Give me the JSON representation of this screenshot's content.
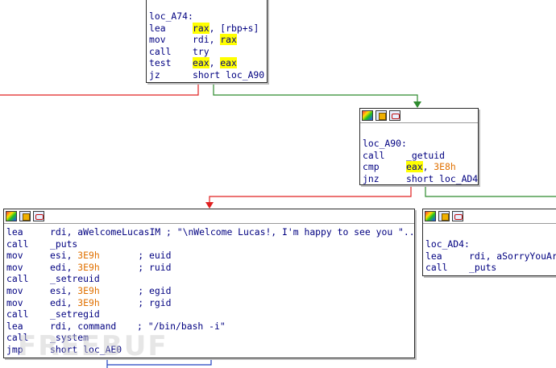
{
  "block_a74": {
    "label": "loc_A74:",
    "lines": [
      {
        "mn": "lea",
        "a": "rax",
        "b": ", [rbp+s]"
      },
      {
        "mn": "mov",
        "a": "rdi, ",
        "b": "rax"
      },
      {
        "mn": "call",
        "a": "try"
      },
      {
        "mn": "test",
        "a": "eax",
        "b": ", ",
        "c": "eax"
      },
      {
        "mn": "jz",
        "a": "short loc_A90"
      }
    ]
  },
  "block_a90": {
    "label": "loc_A90:",
    "lines": [
      {
        "mn": "call",
        "a": "_getuid"
      },
      {
        "mn": "cmp",
        "a": "eax",
        "b": ", ",
        "c": "3E8h"
      },
      {
        "mn": "jnz",
        "a": "short loc_AD4"
      }
    ]
  },
  "block_main": {
    "lines": [
      {
        "mn": "lea",
        "a": "rdi, aWelcomeLucasIM ; \"\\nWelcome Lucas!, I'm happy to see you \"..."
      },
      {
        "mn": "call",
        "a": "_puts"
      },
      {
        "mn": "mov",
        "a": "esi, ",
        "num": "3E9h",
        "cm": "; euid"
      },
      {
        "mn": "mov",
        "a": "edi, ",
        "num": "3E9h",
        "cm": "; ruid"
      },
      {
        "mn": "call",
        "a": "_setreuid"
      },
      {
        "mn": "mov",
        "a": "esi, ",
        "num": "3E9h",
        "cm": "; egid"
      },
      {
        "mn": "mov",
        "a": "edi, ",
        "num": "3E9h",
        "cm": "; rgid"
      },
      {
        "mn": "call",
        "a": "_setregid"
      },
      {
        "mn": "lea",
        "a": "rdi, command",
        "cm": "; \"/bin/bash -i\""
      },
      {
        "mn": "call",
        "a": "_system"
      },
      {
        "mn": "jmp",
        "a": "short loc_AE0"
      }
    ]
  },
  "block_ad4": {
    "label": "loc_AD4:",
    "lines": [
      {
        "mn": "lea",
        "a": "rdi, aSorryYouAr"
      },
      {
        "mn": "call",
        "a": "_puts"
      }
    ]
  },
  "colors": {
    "edge_true": "#2e8b2e",
    "edge_false": "#e02020",
    "edge_flow": "#2040c0",
    "highlight": "#ffff00",
    "number": "#e07000",
    "text": "#000080"
  },
  "watermark": "FREEBUF"
}
